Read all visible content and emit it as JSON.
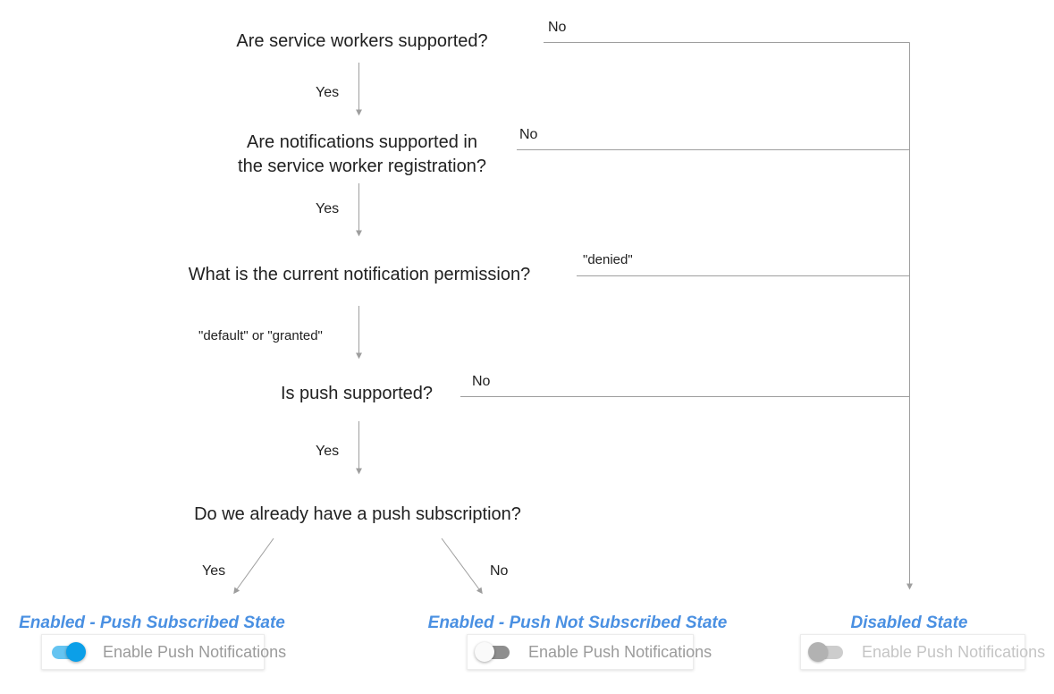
{
  "flow": {
    "questions": [
      {
        "line1": "Are service workers supported?"
      },
      {
        "line1": "Are notifications supported in",
        "line2": "the service worker registration?"
      },
      {
        "line1": "What is the current notification permission?"
      },
      {
        "line1": "Is push supported?"
      },
      {
        "line1": "Do we already have a push subscription?"
      }
    ],
    "edges": {
      "q1_yes": "Yes",
      "q1_no": "No",
      "q2_yes": "Yes",
      "q2_no": "No",
      "q3_down": "\"default\" or \"granted\"",
      "q3_denied": "\"denied\"",
      "q4_yes": "Yes",
      "q4_no": "No",
      "q5_yes": "Yes",
      "q5_no": "No"
    }
  },
  "states": [
    {
      "title": "Enabled - Push Subscribed State",
      "toggle": "on",
      "control_label": "Enable Push Notifications"
    },
    {
      "title": "Enabled - Push Not Subscribed State",
      "toggle": "off",
      "control_label": "Enable Push Notifications"
    },
    {
      "title": "Disabled State",
      "toggle": "disabled",
      "control_label": "Enable Push Notifications"
    }
  ],
  "colors": {
    "accent_blue": "#4a90e2",
    "line_gray": "#9e9e9e",
    "question_text": "#212121",
    "toggle_on_knob": "#0b9fe8",
    "toggle_on_track": "#65c4f1",
    "toggle_off_track": "#8e8e8e",
    "toggle_disabled_knob": "#b2b2b2",
    "control_label_gray": "#9b9b9b",
    "control_label_disabled": "#c5c5c5"
  }
}
